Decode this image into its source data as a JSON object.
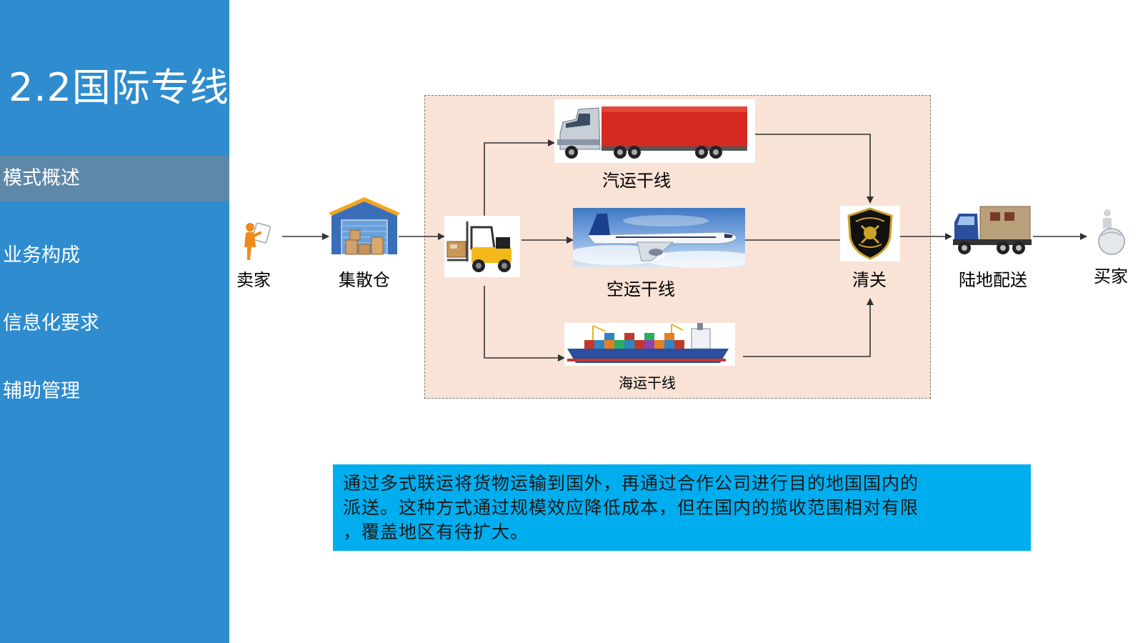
{
  "slide": {
    "title": "2.2国际专线"
  },
  "nav": {
    "items": [
      {
        "label": "模式概述",
        "active": true
      },
      {
        "label": "业务构成",
        "active": false
      },
      {
        "label": "信息化要求",
        "active": false
      },
      {
        "label": "辅助管理",
        "active": false
      }
    ]
  },
  "diagram": {
    "nodes": {
      "seller": "卖家",
      "warehouse": "集散仓",
      "road": "汽运干线",
      "air": "空运干线",
      "sea": "海运干线",
      "customs": "清关",
      "delivery": "陆地配送",
      "buyer": "买家"
    },
    "icons": {
      "seller": "seller-figure-icon",
      "warehouse": "warehouse-icon",
      "forklift": "forklift-icon",
      "truck": "semi-truck-icon",
      "plane": "airplane-icon",
      "ship": "cargo-ship-icon",
      "customs": "customs-badge-icon",
      "delivery": "delivery-truck-icon",
      "buyer": "buyer-figure-icon"
    },
    "colors": {
      "box_fill": "#f9e2d6",
      "truck_red": "#d42a21",
      "ship_blue": "#2a4f9e",
      "sky": "#5b8fd1"
    }
  },
  "description": {
    "lines": [
      "通过多式联运将货物运输到国外，再通过合作公司进行目的地国国内的",
      "派送。这种方式通过规模效应降低成本，但在国内的揽收范围相对有限",
      "，覆盖地区有待扩大。"
    ]
  }
}
